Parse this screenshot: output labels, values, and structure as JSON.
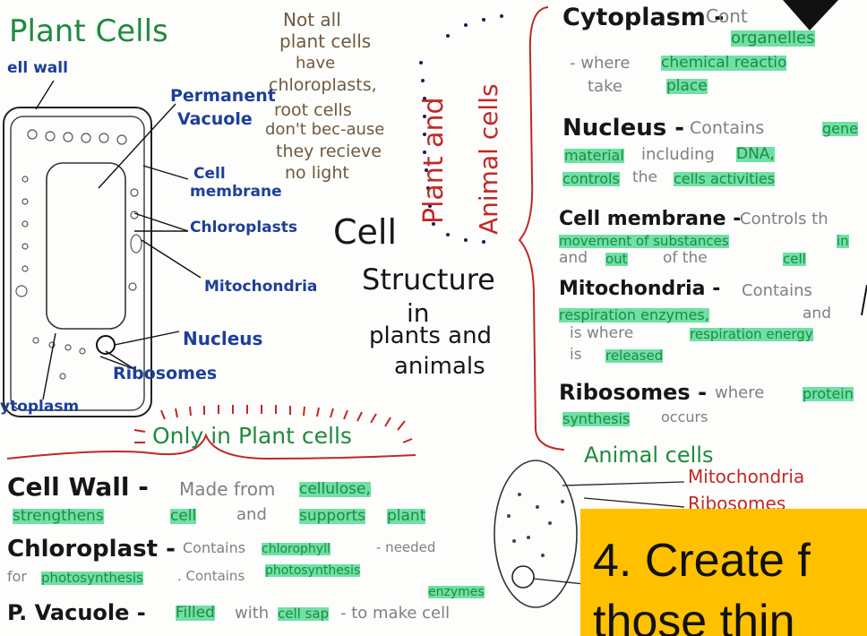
{
  "left": {
    "title": "Plant Cells",
    "note_lines": [
      "Not all",
      "plant cells",
      "have",
      "chloroplasts,",
      "root cells",
      "don't bec-ause",
      "they recieve",
      "no light"
    ],
    "labels": {
      "cell_wall": "ell wall",
      "permanent_vacuole_1": "Permanent",
      "permanent_vacuole_2": "Vacuole",
      "cell_membrane_1": "Cell",
      "cell_membrane_2": "membrane",
      "chloroplasts": "Chloroplasts",
      "mitochondria": "Mitochondria",
      "nucleus": "Nucleus",
      "ribosomes": "Ribosomes",
      "cytoplasm": "ytoplasm"
    }
  },
  "center": {
    "title_lines": [
      "Cell",
      "Structure",
      "in",
      "plants and",
      "animals"
    ],
    "divider_lines": [
      "Plant and",
      "Animal cells"
    ]
  },
  "only_plant": {
    "heading": "Only in Plant cells",
    "wall_term": "Cell Wall -",
    "wall_desc_a": "Made from",
    "wall_hl_a": "cellulose,",
    "wall_hl_b": "strengthens",
    "wall_hl_c": "cell",
    "wall_desc_b": "and",
    "wall_hl_d": "supports",
    "wall_hl_e": "plant",
    "chloro_term": "Chloroplast -",
    "chloro_desc_a": "Contains",
    "chloro_hl_a": "chlorophyll",
    "chloro_desc_b": "- needed",
    "chloro_desc_c": "for",
    "chloro_hl_b": "photosynthesis",
    "chloro_desc_d": ". Contains",
    "chloro_hl_c": "photosynthesis",
    "chloro_hl_d": "enzymes",
    "vac_term": "P. Vacuole -",
    "vac_hl_a": "Filled",
    "vac_desc_a": "with",
    "vac_hl_b": "cell sap",
    "vac_desc_b": "- to make  cell"
  },
  "right": {
    "cytoplasm_term": "Cytoplasm -",
    "cytoplasm_a": "Cont",
    "cytoplasm_hl_a": "organelles",
    "cytoplasm_b": "- where",
    "cytoplasm_hl_b": "chemical  reactio",
    "cytoplasm_c": "take",
    "cytoplasm_hl_c": "place",
    "nucleus_term": "Nucleus -",
    "nucleus_a": "Contains",
    "nucleus_hl_a": "gene",
    "nucleus_hl_b": "material",
    "nucleus_b": "including",
    "nucleus_hl_c": "DNA,",
    "nucleus_hl_d": "controls",
    "nucleus_c": "the",
    "nucleus_hl_e": "cells activities",
    "membrane_term": "Cell membrane -",
    "membrane_a": "Controls  th",
    "membrane_hl_a": "movement  of  substances",
    "membrane_hl_b": "in",
    "membrane_b": "and",
    "membrane_hl_c": "out",
    "membrane_c": "of   the",
    "membrane_hl_d": "cell",
    "mito_term": "Mitochondria -",
    "mito_a": "Contains",
    "mito_hl_a": "respiration  enzymes,",
    "mito_b": "and",
    "mito_c": "is   where",
    "mito_hl_b": "respiration energy",
    "mito_d": "is",
    "mito_hl_c": "released",
    "ribo_term": "Ribosomes -",
    "ribo_a": "where",
    "ribo_hl_a": "protein",
    "ribo_hl_b": "synthesis",
    "ribo_b": "occurs",
    "animal_heading": "Animal  cells",
    "animal_mito": "Mitochondria",
    "animal_ribo": "Ribosomes"
  },
  "banner": {
    "line1": "4. Create f",
    "line2": "those thin"
  },
  "colors": {
    "banner": "#ffc000",
    "highlight": "#6fe0a6",
    "green_ink": "#1f8a3f",
    "blue_ink": "#1d3f9a",
    "red_ink": "#c02828"
  }
}
